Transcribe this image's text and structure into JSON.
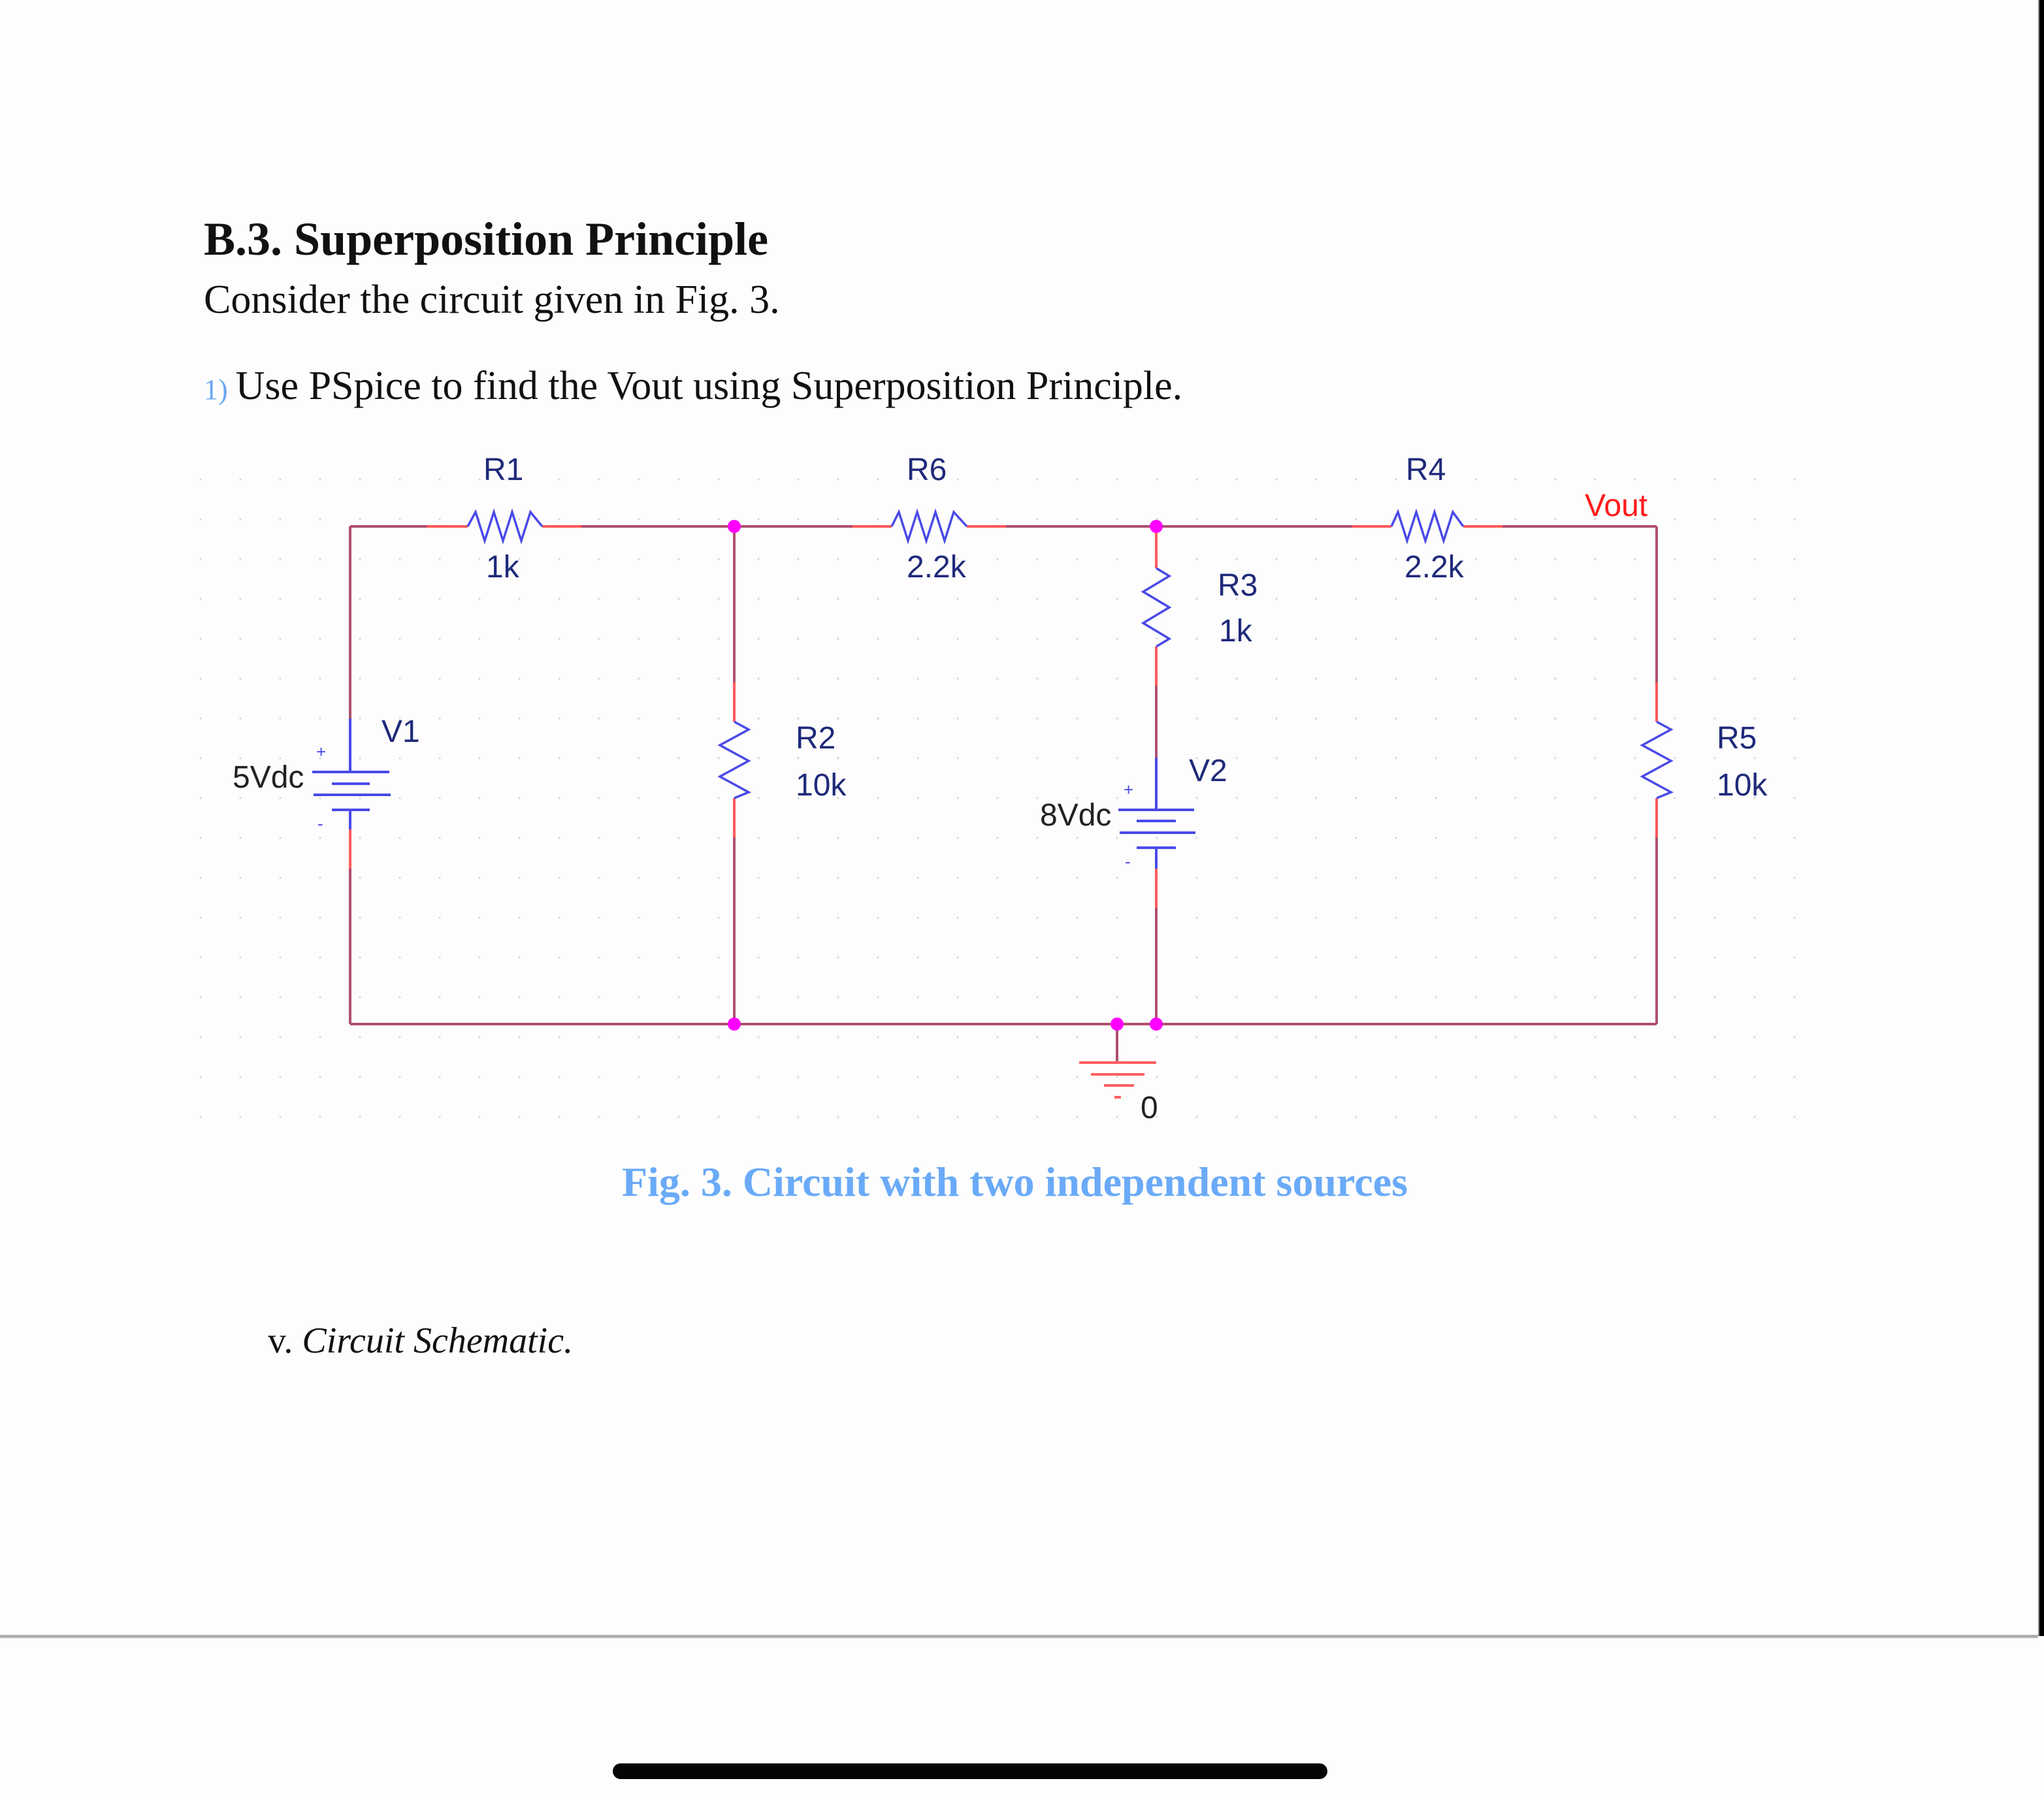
{
  "document": {
    "section_title": "B.3. Superposition Principle",
    "intro": "Consider the circuit given in Fig. 3.",
    "question": {
      "number": "1)",
      "text": "Use PSpice to find the Vout using Superposition Principle."
    },
    "figure_caption": "Fig. 3. Circuit with two independent sources",
    "sub_item": {
      "marker": "v.",
      "text": "Circuit Schematic."
    }
  },
  "schematic": {
    "colors": {
      "wire": "#b0506e",
      "wire_stub": "#ff5050",
      "component": "#4a4ae8",
      "label": "#1f2a7a",
      "node_dot": "#ff00ff",
      "net_label": "#ff1a1a",
      "value_text": "#222222"
    },
    "components": {
      "R1": {
        "name": "R1",
        "value": "1k"
      },
      "R6": {
        "name": "R6",
        "value": "2.2k"
      },
      "R4": {
        "name": "R4",
        "value": "2.2k"
      },
      "R3": {
        "name": "R3",
        "value": "1k"
      },
      "R2": {
        "name": "R2",
        "value": "10k"
      },
      "R5": {
        "name": "R5",
        "value": "10k"
      },
      "V1": {
        "name": "V1",
        "value": "5Vdc",
        "plus": "+",
        "minus": "-"
      },
      "V2": {
        "name": "V2",
        "value": "8Vdc",
        "plus": "+",
        "minus": "-"
      }
    },
    "net_label": "Vout",
    "ground_label": "0"
  }
}
